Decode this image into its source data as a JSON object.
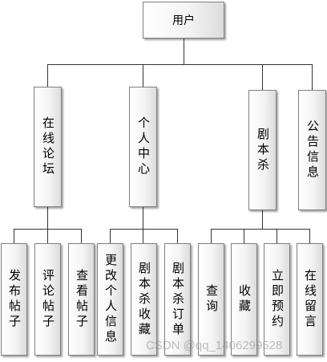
{
  "root": "用户",
  "modules": [
    {
      "label": "在线论坛",
      "children": [
        "发布帖子",
        "评论帖子",
        "查看帖子"
      ]
    },
    {
      "label": "个人中心",
      "children": [
        "更改个人信息",
        "剧本杀收藏",
        "剧本杀订单"
      ]
    },
    {
      "label": "剧本杀",
      "children": [
        "查询",
        "收藏",
        "立即预约",
        "在线留言"
      ]
    },
    {
      "label": "公告信息",
      "children": []
    }
  ],
  "watermark": "CSDN @qq_1406299528"
}
